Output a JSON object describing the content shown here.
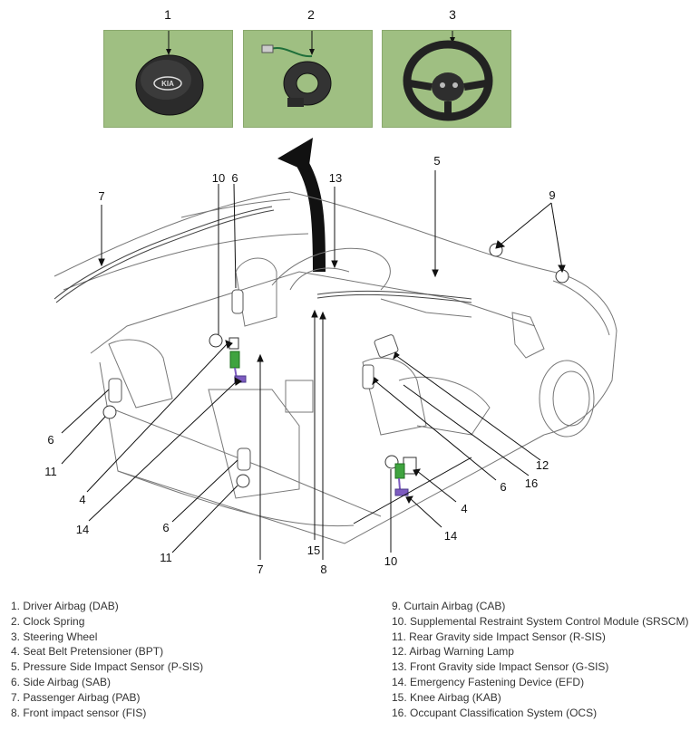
{
  "panels": [
    {
      "number": "1",
      "component": "driver-airbag"
    },
    {
      "number": "2",
      "component": "clock-spring"
    },
    {
      "number": "3",
      "component": "steering-wheel"
    }
  ],
  "callouts": [
    {
      "id": "c10a",
      "text": "10"
    },
    {
      "id": "c6a",
      "text": "6"
    },
    {
      "id": "c13",
      "text": "13"
    },
    {
      "id": "c5",
      "text": "5"
    },
    {
      "id": "c7a",
      "text": "7"
    },
    {
      "id": "c9",
      "text": "9"
    },
    {
      "id": "c6b",
      "text": "6"
    },
    {
      "id": "c11a",
      "text": "11"
    },
    {
      "id": "c4a",
      "text": "4"
    },
    {
      "id": "c14a",
      "text": "14"
    },
    {
      "id": "c6c",
      "text": "6"
    },
    {
      "id": "c11b",
      "text": "11"
    },
    {
      "id": "c7b",
      "text": "7"
    },
    {
      "id": "c15",
      "text": "15"
    },
    {
      "id": "c8",
      "text": "8"
    },
    {
      "id": "c10b",
      "text": "10"
    },
    {
      "id": "c14b",
      "text": "14"
    },
    {
      "id": "c4b",
      "text": "4"
    },
    {
      "id": "c12",
      "text": "12"
    },
    {
      "id": "c6d",
      "text": "6"
    },
    {
      "id": "c16",
      "text": "16"
    }
  ],
  "legend_left": [
    "1. Driver Airbag (DAB)",
    "2. Clock Spring",
    "3. Steering Wheel",
    "4. Seat Belt Pretensioner (BPT)",
    "5. Pressure Side Impact Sensor (P-SIS)",
    "6. Side Airbag (SAB)",
    "7. Passenger Airbag (PAB)",
    "8. Front impact sensor (FIS)"
  ],
  "legend_right": [
    "9. Curtain Airbag (CAB)",
    "10. Supplemental Restraint System Control Module (SRSCM)",
    "11. Rear Gravity side Impact Sensor (R-SIS)",
    "12. Airbag Warning Lamp",
    "13. Front Gravity side Impact Sensor (G-SIS)",
    "14. Emergency Fastening Device (EFD)",
    "15. Knee Airbag (KAB)",
    "16. Occupant Classification System (OCS)"
  ],
  "colors": {
    "panel_bg": "#9fbf82",
    "pretensioner_green": "#3fa33f",
    "efd_purple": "#7d5bc0"
  }
}
